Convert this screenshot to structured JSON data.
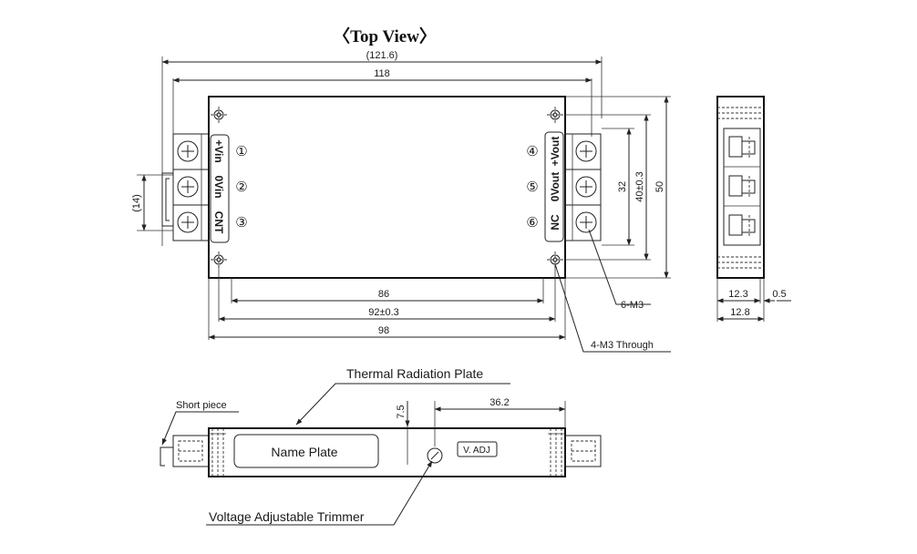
{
  "title": "〈Top View〉",
  "dimensions": {
    "overall_length_ref": "(121.6)",
    "length_118": "118",
    "height_14_ref": "(14)",
    "dim_32": "32",
    "dim_40_tol": "40±0.3",
    "dim_50": "50",
    "dim_86": "86",
    "dim_92_tol": "92±0.3",
    "dim_98": "98",
    "side_12_3": "12.3",
    "side_0_5": "0.5",
    "side_12_8": "12.8",
    "front_7_5": "7.5",
    "front_36_2": "36.2"
  },
  "terminals_left": [
    {
      "num": "①",
      "label": "+Vin"
    },
    {
      "num": "②",
      "label": "0Vin"
    },
    {
      "num": "③",
      "label": "CNT"
    }
  ],
  "terminals_right": [
    {
      "num": "④",
      "label": "+Vout"
    },
    {
      "num": "⑤",
      "label": "0Vout"
    },
    {
      "num": "⑥",
      "label": "NC"
    }
  ],
  "callouts": {
    "screws": "6-M3",
    "through_holes": "4-M3 Through",
    "thermal_plate": "Thermal Radiation Plate",
    "short_piece": "Short piece",
    "name_plate": "Name Plate",
    "v_adj": "V. ADJ",
    "trimmer": "Voltage Adjustable Trimmer"
  },
  "colors": {
    "line": "#222222",
    "background": "#ffffff"
  }
}
